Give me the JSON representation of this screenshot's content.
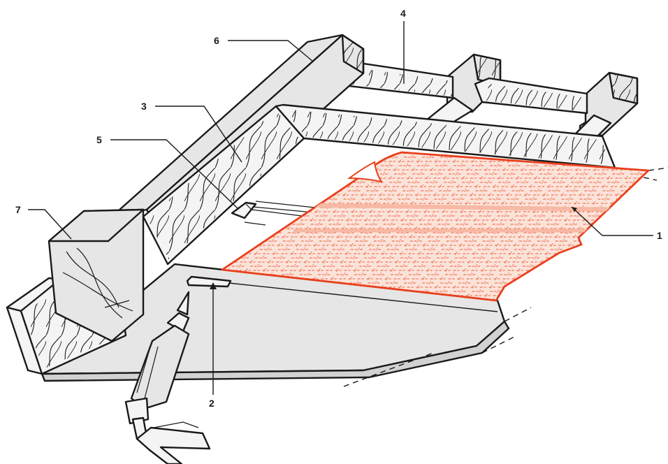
{
  "callouts": [
    {
      "id": "1",
      "label": "1"
    },
    {
      "id": "2",
      "label": "2"
    },
    {
      "id": "3",
      "label": "3"
    },
    {
      "id": "4",
      "label": "4"
    },
    {
      "id": "5",
      "label": "5"
    },
    {
      "id": "6",
      "label": "6"
    },
    {
      "id": "7",
      "label": "7"
    }
  ],
  "colors": {
    "membrane_accent": "#e8401c",
    "membrane_pattern": "#f07a5a",
    "line": "#1a1a1a",
    "surface": "#e6e6e6"
  }
}
